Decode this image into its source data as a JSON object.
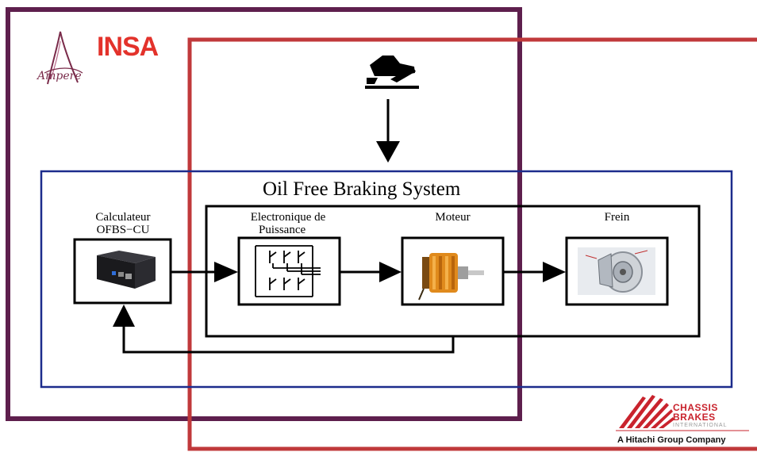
{
  "logos": {
    "insa": "INSA",
    "ampere": "Ampere",
    "cbi_line1": "CHASSIS",
    "cbi_line2": "BRAKES",
    "cbi_line3": "INTERNATIONAL",
    "cbi_tagline": "A Hitachi Group Company"
  },
  "diagram": {
    "title": "Oil Free Braking System",
    "blocks": {
      "calculateur_line1": "Calculateur",
      "calculateur_line2": "OFBS−CU",
      "electronique_line1": "Electronique de",
      "electronique_line2": "Puissance",
      "moteur": "Moteur",
      "frein": "Frein"
    },
    "icons": [
      "pedal-icon",
      "control-unit-icon",
      "power-electronics-icon",
      "motor-icon",
      "brake-disc-icon"
    ]
  },
  "colors": {
    "purple_frame": "#5e1f4d",
    "red_frame": "#c0393b",
    "blue_frame": "#1c2c8c",
    "insa_red": "#e3322b"
  }
}
